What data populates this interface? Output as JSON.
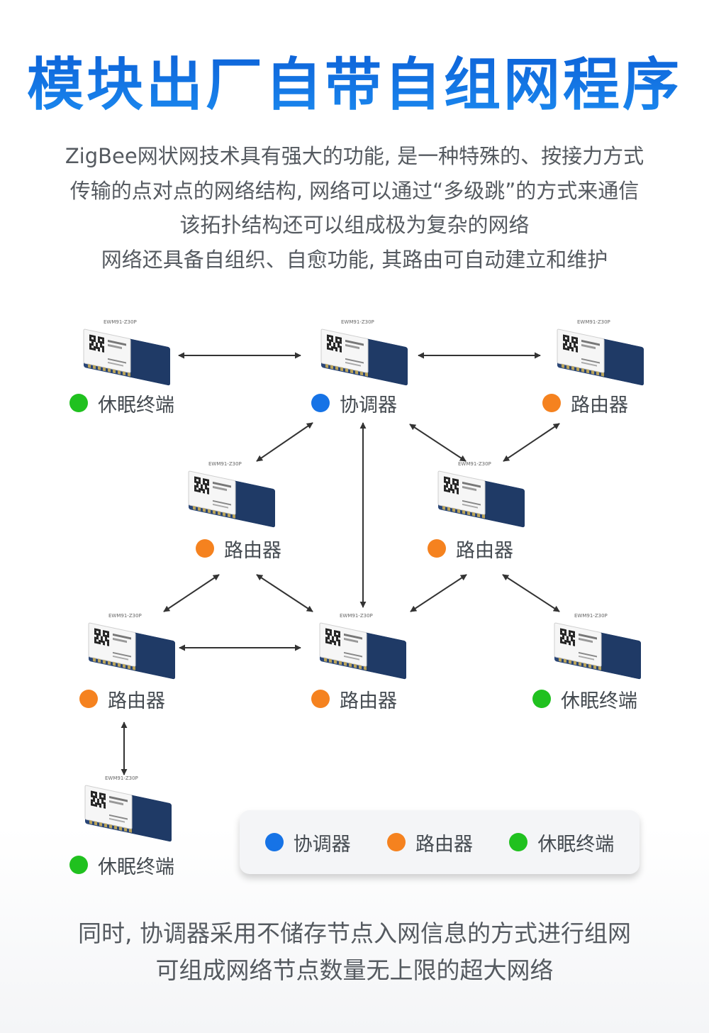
{
  "title": "模块出厂自带自组网程序",
  "intro": [
    "ZigBee网状网技术具有强大的功能, 是一种特殊的、按接力方式",
    "传输的点对点的网络结构, 网络可以通过“多级跳”的方式来通信",
    "该拓扑结构还可以组成极为复杂的网络",
    "网络还具备自组织、自愈功能, 其路由可自动建立和维护"
  ],
  "colors": {
    "coordinator": "#1673e6",
    "router": "#f5821f",
    "end_device": "#20c11f",
    "title": "#1a6fe0",
    "arrow": "#333333"
  },
  "module_label": "EWM91-Z30P",
  "nodes": [
    {
      "id": "n1",
      "label": "休眠终端",
      "role": "end_device"
    },
    {
      "id": "n2",
      "label": "协调器",
      "role": "coordinator"
    },
    {
      "id": "n3",
      "label": "路由器",
      "role": "router"
    },
    {
      "id": "n4",
      "label": "路由器",
      "role": "router"
    },
    {
      "id": "n5",
      "label": "路由器",
      "role": "router"
    },
    {
      "id": "n6",
      "label": "路由器",
      "role": "router"
    },
    {
      "id": "n7",
      "label": "路由器",
      "role": "router"
    },
    {
      "id": "n8",
      "label": "休眠终端",
      "role": "end_device"
    },
    {
      "id": "n9",
      "label": "休眠终端",
      "role": "end_device"
    }
  ],
  "links": [
    [
      "n1",
      "n2"
    ],
    [
      "n2",
      "n3"
    ],
    [
      "n2",
      "n4"
    ],
    [
      "n2",
      "n5"
    ],
    [
      "n3",
      "n5"
    ],
    [
      "n2",
      "n7"
    ],
    [
      "n4",
      "n6"
    ],
    [
      "n4",
      "n7"
    ],
    [
      "n5",
      "n7"
    ],
    [
      "n5",
      "n8"
    ],
    [
      "n6",
      "n7"
    ],
    [
      "n6",
      "n9"
    ]
  ],
  "legend": [
    {
      "label": "协调器",
      "role": "coordinator"
    },
    {
      "label": "路由器",
      "role": "router"
    },
    {
      "label": "休眠终端",
      "role": "end_device"
    }
  ],
  "outro": [
    "同时, 协调器采用不储存节点入网信息的方式进行组网",
    "可组成网络节点数量无上限的超大网络"
  ]
}
